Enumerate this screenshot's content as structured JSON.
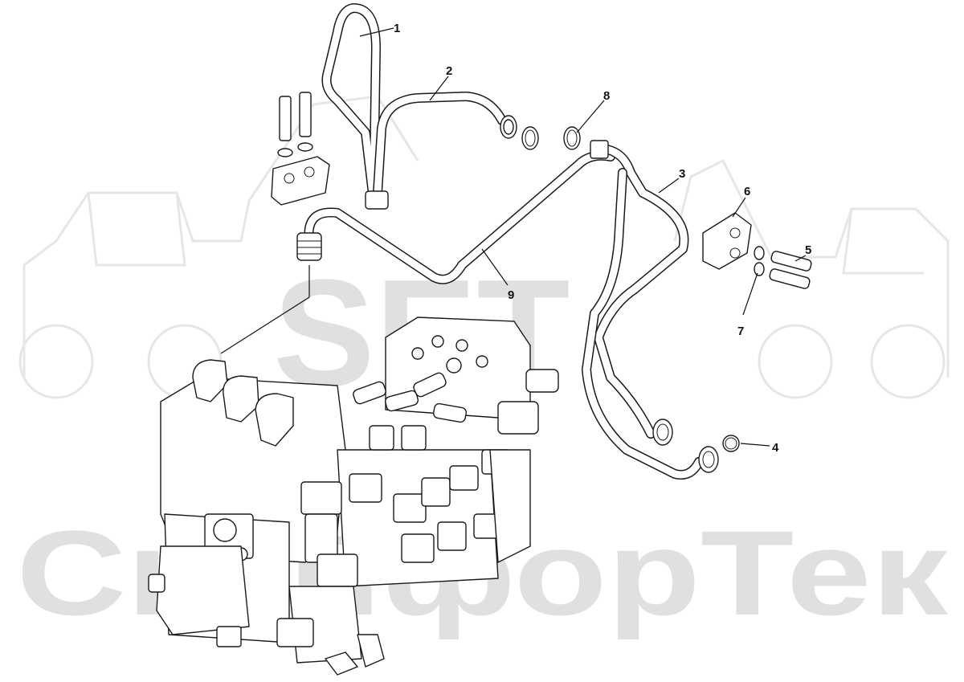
{
  "watermark": {
    "logo_text": "SET",
    "brand_text": "СкайфорТек",
    "color": "#e0e0e0"
  },
  "callouts": [
    {
      "id": "1",
      "label": "1"
    },
    {
      "id": "2",
      "label": "2"
    },
    {
      "id": "3",
      "label": "3"
    },
    {
      "id": "4",
      "label": "4"
    },
    {
      "id": "5",
      "label": "5"
    },
    {
      "id": "6",
      "label": "6"
    },
    {
      "id": "7",
      "label": "7"
    },
    {
      "id": "8",
      "label": "8"
    },
    {
      "id": "9",
      "label": "9"
    }
  ],
  "colors": {
    "ink": "#1a1a1a",
    "background": "#ffffff"
  }
}
